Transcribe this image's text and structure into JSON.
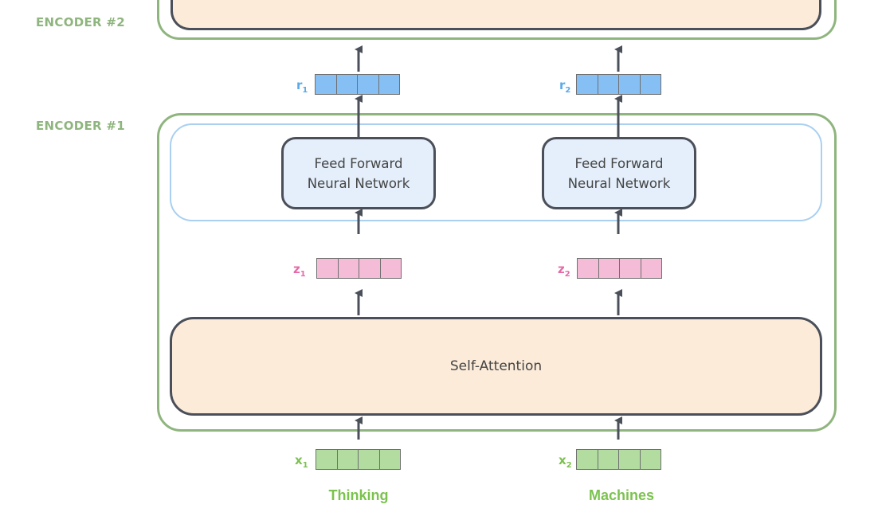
{
  "encoders": [
    {
      "label": "ENCODER #2"
    },
    {
      "label": "ENCODER #1"
    }
  ],
  "layers": {
    "feed_forward": "Feed Forward\nNeural Network",
    "self_attention": "Self-Attention"
  },
  "columns": [
    {
      "word": "Thinking",
      "x": {
        "letter": "x",
        "index": "1"
      },
      "z": {
        "letter": "z",
        "index": "1"
      },
      "r": {
        "letter": "r",
        "index": "1"
      }
    },
    {
      "word": "Machines",
      "x": {
        "letter": "x",
        "index": "2"
      },
      "z": {
        "letter": "z",
        "index": "2"
      },
      "r": {
        "letter": "r",
        "index": "2"
      }
    }
  ],
  "colors": {
    "encoder_green": "#8fb57e",
    "x_vector": "#b3dca0",
    "x_label": "#7cc24f",
    "z_vector": "#f5bcd8",
    "z_label": "#e56aa8",
    "r_vector": "#86bff4",
    "r_label": "#5aa9ea",
    "ffn_fill": "#e4effb",
    "attention_fill": "#fcebd9",
    "arrow": "#4a4f59"
  }
}
